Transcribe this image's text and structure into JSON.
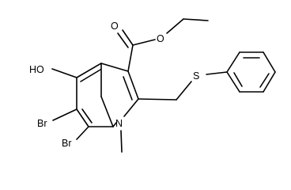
{
  "molecule": {
    "atom_labels": {
      "ester_o_carbonyl": "O",
      "ester_o_ether": "O",
      "hydroxyl": "HO",
      "thioether_s": "S",
      "indole_n": "N",
      "bromine_6": "Br",
      "bromine_7": "Br"
    }
  }
}
